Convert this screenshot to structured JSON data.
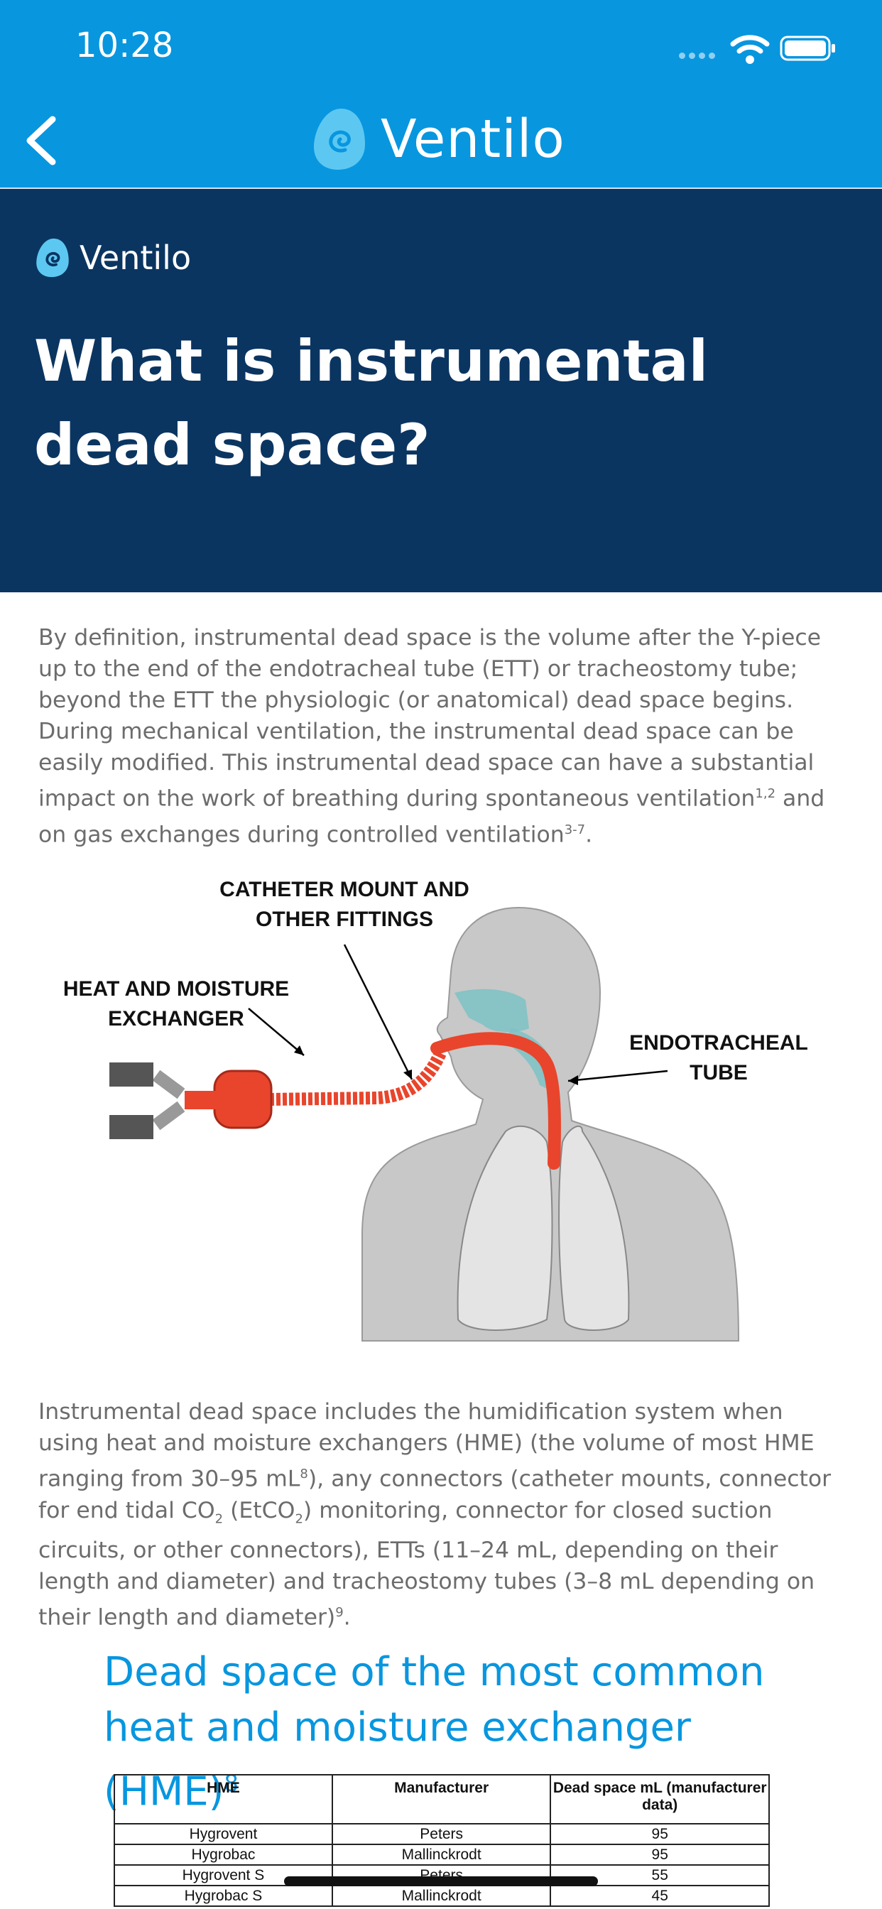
{
  "status_bar": {
    "time": "10:28"
  },
  "nav": {
    "brand": "Ventilo"
  },
  "banner": {
    "brand": "Ventilo",
    "title": "What is instrumental dead space?"
  },
  "paragraph1": {
    "text": "By definition, instrumental dead space is the volume after the Y-piece up to the end of the endotracheal tube (ETT) or tracheostomy tube; beyond the ETT the physiologic (or anatomical) dead space begins. During mechanical ventilation, the instrumental dead space can be easily modified. This instrumental dead space can have a substantial impact on the work of breathing during spontaneous ventilation",
    "ref1": "1,2",
    "mid": " and on gas exchanges during controlled ventilation",
    "ref2": "3-7",
    "end": "."
  },
  "figure": {
    "label_catheter": [
      "CATHETER MOUNT AND",
      "OTHER FITTINGS"
    ],
    "label_hme": [
      "HEAT AND MOISTURE",
      "EXCHANGER"
    ],
    "label_ett": [
      "ENDOTRACHEAL",
      "TUBE"
    ]
  },
  "paragraph2": {
    "a": "Instrumental dead space includes the humidification system when using heat and moisture exchangers (HME) (the volume of most HME ranging from 30–95 mL",
    "ref1": "8",
    "b": "), any connectors (catheter mounts, connector for end tidal CO",
    "sub1": "2",
    "c": " (EtCO",
    "sub2": "2",
    "d": ") monitoring, connector for closed suction circuits, or other connectors), ETTs (11–24 mL, depending on their length and diameter) and tracheostomy tubes (3–8 mL depending on their length and diameter)",
    "ref2": "9",
    "e": "."
  },
  "section": {
    "title": "Dead space of the most common heat and moisture exchanger (HME)",
    "ref": "8"
  },
  "table": {
    "headers": [
      "HME",
      "Manufacturer",
      "Dead space mL (manufacturer data)"
    ],
    "rows": [
      [
        "Hygrovent",
        "Peters",
        "95"
      ],
      [
        "Hygrobac",
        "Mallinckrodt",
        "95"
      ],
      [
        "Hygrovent S",
        "Peters",
        "55"
      ],
      [
        "Hygrobac S",
        "Mallinckrodt",
        "45"
      ]
    ]
  },
  "colors": {
    "nav_blue": "#0896df",
    "banner_navy": "#0b3561",
    "tube_red": "#e8452c"
  }
}
